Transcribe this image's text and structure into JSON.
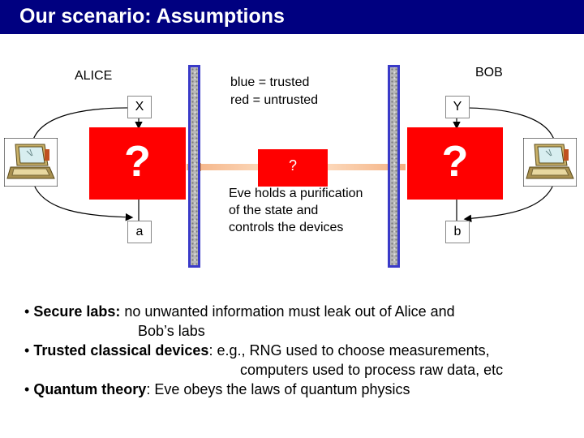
{
  "slide": {
    "title": "Our scenario: Assumptions",
    "alice_label": "ALICE",
    "bob_label": "BOB",
    "x_label": "X",
    "a_label": "a",
    "y_label": "Y",
    "b_label": "b",
    "alice_box_mark": "?",
    "bob_box_mark": "?",
    "source_mark": "?",
    "legend_line1": "blue = trusted",
    "legend_line2": "red = untrusted",
    "eve_line1": "Eve holds a purification",
    "eve_line2": "of the state and",
    "eve_line3": "controls the devices"
  },
  "bullets": [
    {
      "bold": "Secure labs:",
      "text": " no unwanted information must leak out of Alice and",
      "cont": "Bob’s labs"
    },
    {
      "bold": "Trusted classical devices",
      "text": ": e.g., RNG used to choose measurements,",
      "cont": "computers used to process raw data, etc"
    },
    {
      "bold": "Quantum theory",
      "text": ": Eve obeys the laws of quantum physics",
      "cont": ""
    }
  ],
  "colors": {
    "title_bar": "#000080",
    "untrusted": "#ff0000",
    "trusted_wall_border": "#3a3ac8"
  }
}
